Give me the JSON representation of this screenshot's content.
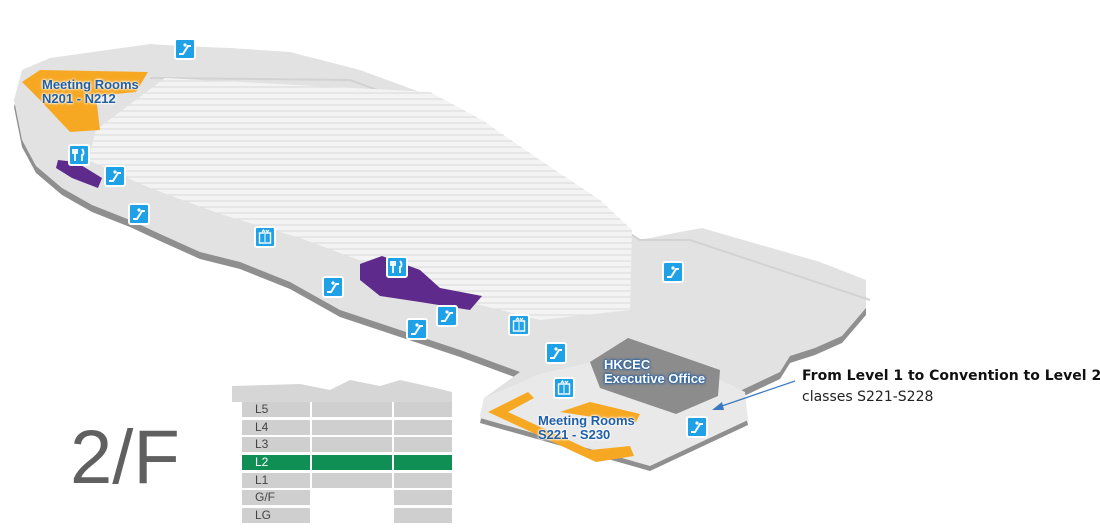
{
  "floor": {
    "name": "2/F"
  },
  "rooms": {
    "north_meeting": {
      "line1": "Meeting Rooms",
      "line2": "N201 - N212"
    },
    "south_meeting": {
      "line1": "Meeting Rooms",
      "line2": "S221 - S230"
    },
    "executive_office": {
      "line1": "HKCEC",
      "line2": "Executive Office"
    }
  },
  "annotation": {
    "title": "From Level 1 to Convention to Level 2",
    "subtitle": "classes S221-S228"
  },
  "levels": [
    {
      "label": "L5",
      "active": false
    },
    {
      "label": "L4",
      "active": false
    },
    {
      "label": "L3",
      "active": false
    },
    {
      "label": "L2",
      "active": true
    },
    {
      "label": "L1",
      "active": false
    },
    {
      "label": "G/F",
      "active": false
    },
    {
      "label": "LG",
      "active": false
    }
  ],
  "colors": {
    "floor": "#e2e2e2",
    "floor_edge": "#8f8f8f",
    "meeting_room": "#f7a823",
    "restaurant": "#5e2a8c",
    "office": "#8c8c8c",
    "icon": "#1ea1e6",
    "active_level": "#108f55",
    "label_blue": "#1f5fa8"
  },
  "icons": [
    "escalator-icon",
    "escalator-icon",
    "escalator-icon",
    "escalator-icon",
    "escalator-icon",
    "escalator-icon",
    "escalator-icon",
    "escalator-icon",
    "escalator-icon",
    "restaurant-icon",
    "restaurant-icon",
    "lift-icon",
    "lift-icon",
    "lift-icon"
  ]
}
